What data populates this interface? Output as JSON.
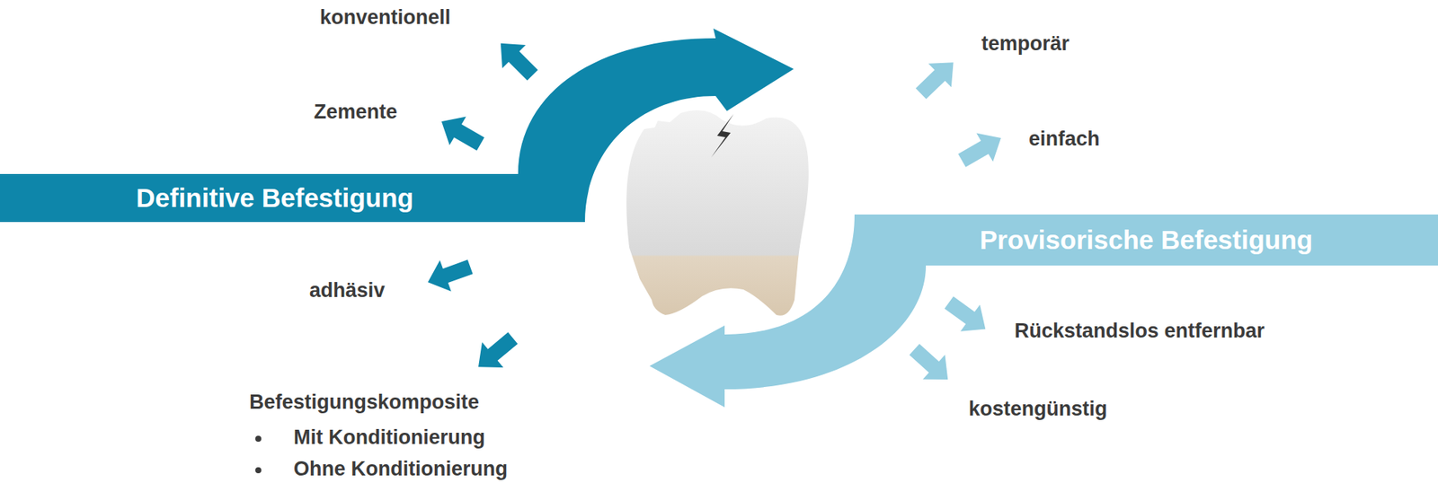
{
  "diagram": {
    "nodes": [
      {
        "text": [
          "Definitive Befestigung"
        ]
      },
      {
        "text": [
          "Provisorische Befestigung"
        ]
      }
    ],
    "labels": [
      "konventionell",
      "Zemente",
      "adhäsiv",
      "Befestigungskomposite",
      "Mit Konditionierung",
      "Ohne Konditionierung",
      "temporär",
      "einfach",
      "Rückstandslos entfernbar",
      "kostengünstig"
    ]
  }
}
